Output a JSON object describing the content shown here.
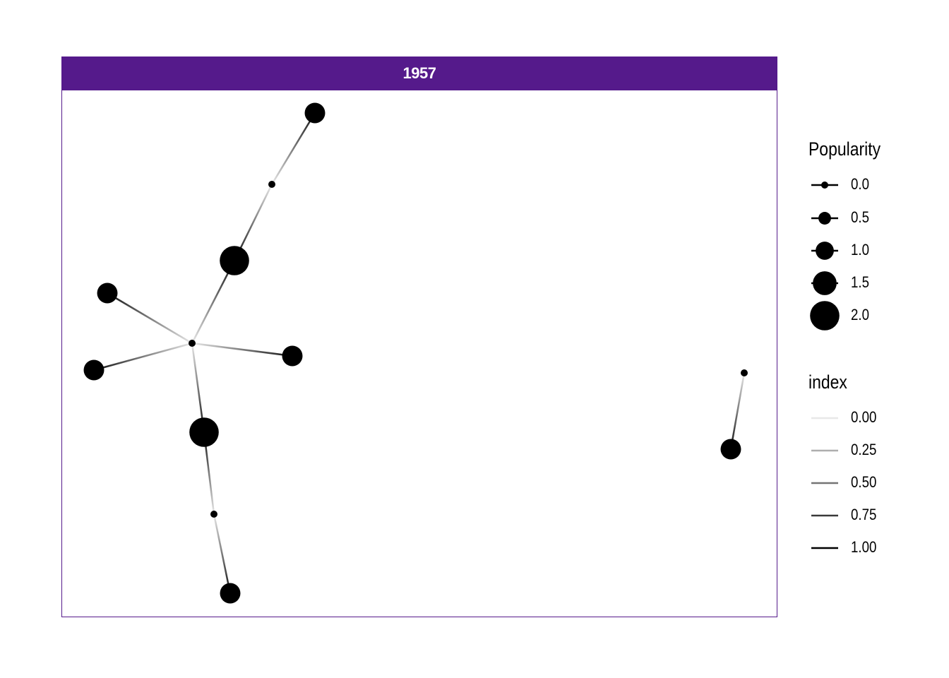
{
  "facet": {
    "label": "1957",
    "strip_color": "#551A8B"
  },
  "chart_data": {
    "type": "network",
    "nodes": [
      {
        "id": "n1",
        "popularity": 1.2
      },
      {
        "id": "n2",
        "popularity": 0.0
      },
      {
        "id": "n3",
        "popularity": 2.0
      },
      {
        "id": "n4",
        "popularity": 1.2
      },
      {
        "id": "n5",
        "popularity": 0.0
      },
      {
        "id": "n6",
        "popularity": 1.2
      },
      {
        "id": "n7",
        "popularity": 1.2
      },
      {
        "id": "n8",
        "popularity": 2.0
      },
      {
        "id": "n9",
        "popularity": 0.0
      },
      {
        "id": "n10",
        "popularity": 1.2
      },
      {
        "id": "n11",
        "popularity": 0.0
      },
      {
        "id": "n12",
        "popularity": 1.2
      }
    ],
    "edges": [
      {
        "from": "n2",
        "to": "n1"
      },
      {
        "from": "n2",
        "to": "n3"
      },
      {
        "from": "n5",
        "to": "n3"
      },
      {
        "from": "n5",
        "to": "n4"
      },
      {
        "from": "n5",
        "to": "n6"
      },
      {
        "from": "n5",
        "to": "n7"
      },
      {
        "from": "n5",
        "to": "n8"
      },
      {
        "from": "n9",
        "to": "n8"
      },
      {
        "from": "n9",
        "to": "n10"
      },
      {
        "from": "n11",
        "to": "n12"
      }
    ]
  },
  "legend": {
    "popularity": {
      "title": "Popularity",
      "items": [
        {
          "label": "0.0",
          "value": 0.0
        },
        {
          "label": "0.5",
          "value": 0.5
        },
        {
          "label": "1.0",
          "value": 1.0
        },
        {
          "label": "1.5",
          "value": 1.5
        },
        {
          "label": "2.0",
          "value": 2.0
        }
      ]
    },
    "index": {
      "title": "index",
      "items": [
        {
          "label": "0.00",
          "value": 0.0
        },
        {
          "label": "0.25",
          "value": 0.25
        },
        {
          "label": "0.50",
          "value": 0.5
        },
        {
          "label": "0.75",
          "value": 0.75
        },
        {
          "label": "1.00",
          "value": 1.0
        }
      ]
    }
  }
}
